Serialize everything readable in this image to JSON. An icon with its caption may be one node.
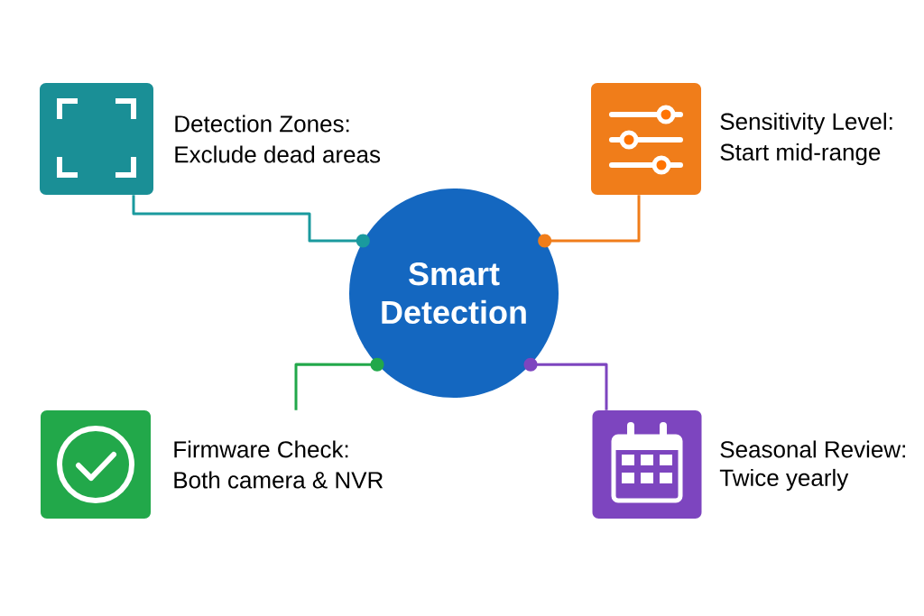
{
  "diagram": {
    "nodes": [
      {
        "text": [],
        "shape": "box",
        "beside": [
          "Detection Zones:",
          "Exclude dead areas"
        ]
      },
      {
        "text": [],
        "shape": "box",
        "beside": [
          "Sensitivity Level:",
          "Start mid-range"
        ]
      },
      {
        "text": [
          "Smart Detection"
        ]
      },
      {
        "text": [],
        "shape": "box",
        "beside": [
          "Firmware Check:",
          "Both camera & NVR"
        ]
      },
      {
        "text": [],
        "shape": "box",
        "beside": [
          "Seasonal Review:",
          "Twice yearly"
        ]
      }
    ],
    "edges": [
      {
        "from": 0,
        "to": 2,
        "arrow": "other",
        "color": "#1a9a9e"
      },
      {
        "from": 1,
        "to": 2,
        "arrow": "other",
        "color": "#f07d1a"
      },
      {
        "from": 3,
        "to": 2,
        "arrow": "other",
        "color": "#22a84a"
      },
      {
        "from": 4,
        "to": 2,
        "arrow": "other",
        "color": "#7d45bf"
      }
    ]
  }
}
